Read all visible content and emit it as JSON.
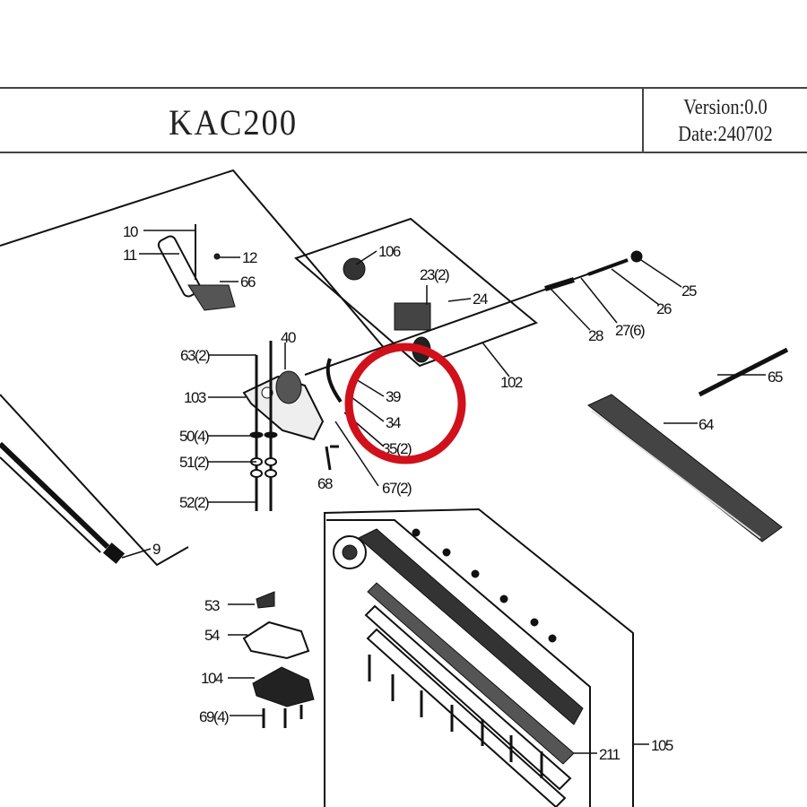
{
  "header": {
    "model": "KAC200",
    "version": "Version:0.0",
    "date": "Date:240702"
  },
  "labels": {
    "p10": "10",
    "p11": "11",
    "p12": "12",
    "p66": "66",
    "p106": "106",
    "p23": "23(2)",
    "p24": "24",
    "p25": "25",
    "p26": "26",
    "p27": "27(6)",
    "p28": "28",
    "p102": "102",
    "p40": "40",
    "p63": "63(2)",
    "p103": "103",
    "p50": "50(4)",
    "p51": "51(2)",
    "p52": "52(2)",
    "p39": "39",
    "p34": "34",
    "p35": "35(2)",
    "p67": "67(2)",
    "p68": "68",
    "p9": "9",
    "p65": "65",
    "p64": "64",
    "p53": "53",
    "p54": "54",
    "p104": "104",
    "p69": "69(4)",
    "p211": "211",
    "p105": "105"
  },
  "highlight": {
    "color": "#d0101a"
  }
}
